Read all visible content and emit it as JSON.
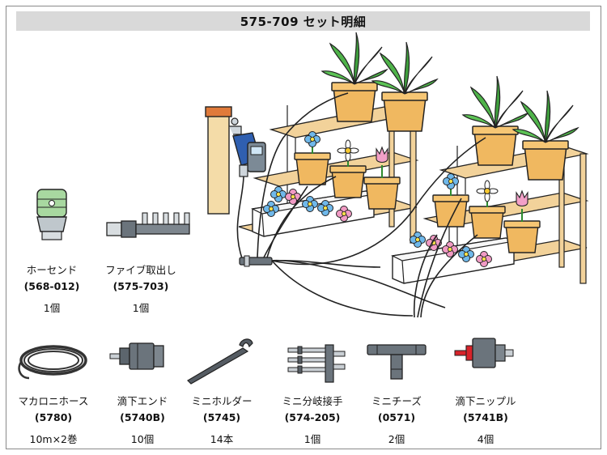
{
  "title": "575-709 セット明細",
  "parts": [
    {
      "name": "ホーセンド",
      "code": "(568-012)",
      "qty": "1個",
      "icon": "hose-end-icon"
    },
    {
      "name": "ファイブ取出し",
      "code": "(575-703)",
      "qty": "1個",
      "icon": "five-way-outlet-icon"
    },
    {
      "name": "マカロニホース",
      "code": "(5780)",
      "qty": "10m×2巻",
      "icon": "hose-coil-icon"
    },
    {
      "name": "滴下エンド",
      "code": "(5740B)",
      "qty": "10個",
      "icon": "drip-end-icon"
    },
    {
      "name": "ミニホルダー",
      "code": "(5745)",
      "qty": "14本",
      "icon": "mini-holder-stake-icon"
    },
    {
      "name": "ミニ分岐接手",
      "code": "(574-205)",
      "qty": "1個",
      "icon": "mini-branch-joint-icon"
    },
    {
      "name": "ミニチーズ",
      "code": "(0571)",
      "qty": "2個",
      "icon": "mini-tee-icon"
    },
    {
      "name": "滴下ニップル",
      "code": "(5741B)",
      "qty": "4個",
      "icon": "drip-nipple-icon"
    }
  ],
  "colors": {
    "wood": "#f2d29a",
    "pot": "#f0b860",
    "leaf": "#4fb34a",
    "hose_end": "#a8d8a0",
    "timer": "#2f5fb0",
    "nipple_red": "#d8232a"
  }
}
